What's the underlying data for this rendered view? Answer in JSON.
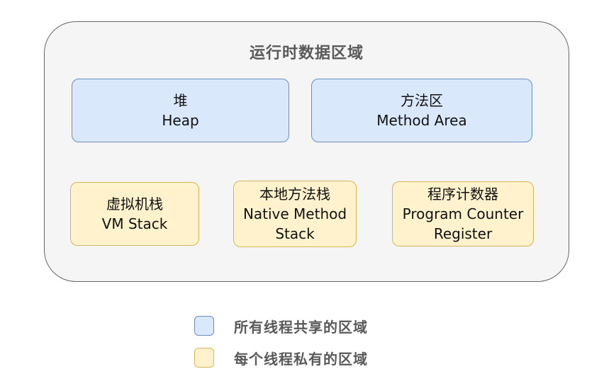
{
  "diagram": {
    "title": "运行时数据区域",
    "shared_boxes": [
      {
        "zh": "堆",
        "en": "Heap"
      },
      {
        "zh": "方法区",
        "en": "Method Area"
      }
    ],
    "private_boxes": [
      {
        "zh": "虚拟机栈",
        "en": "VM Stack"
      },
      {
        "zh": "本地方法栈",
        "en": "Native Method Stack"
      },
      {
        "zh": "程序计数器",
        "en": "Program Counter Register"
      }
    ],
    "legend": [
      {
        "label": "所有线程共享的区域",
        "swatch": "shared-blue-swatch"
      },
      {
        "label": "每个线程私有的区域",
        "swatch": "private-yellow-swatch"
      }
    ],
    "colors": {
      "shared_fill": "#dae8fc",
      "shared_border": "#6c8ebf",
      "private_fill": "#fff2cc",
      "private_border": "#d6b656",
      "container_fill": "#f5f5f5",
      "container_border": "#666666",
      "title_text": "#595959",
      "box_text": "#111111"
    }
  }
}
